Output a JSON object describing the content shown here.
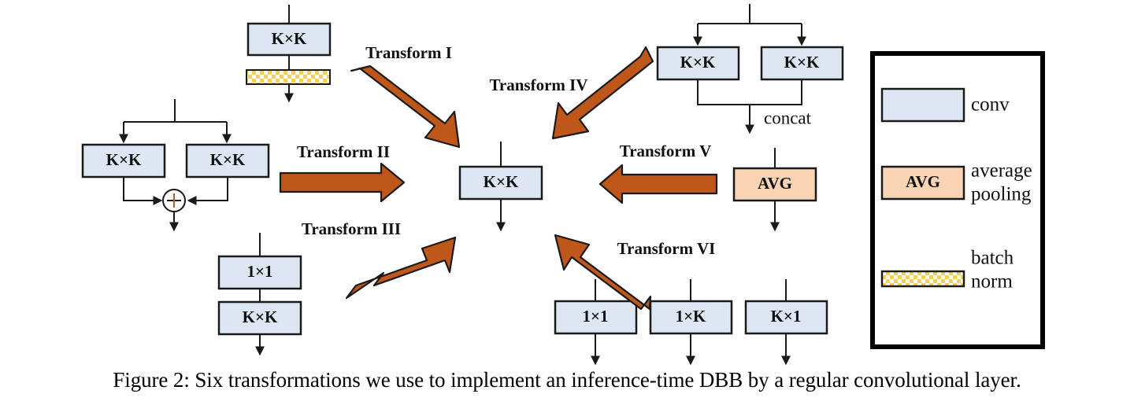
{
  "figure": {
    "caption": "Figure 2: Six transformations we use to implement an inference-time DBB by a regular convolutional layer.",
    "colors": {
      "conv_fill": "#dce7f3",
      "conv_stroke": "#1a1a1a",
      "avg_fill": "#f8d3b4",
      "avg_stroke": "#1a1a1a",
      "bn_fill": "#ffffff",
      "bn_pattern": "#f5c842",
      "arrow_fill": "#c0571a",
      "arrow_stroke": "#1a1a1a",
      "line": "#1a1a1a"
    }
  },
  "transforms": [
    {
      "id": "I",
      "label": "Transform I"
    },
    {
      "id": "II",
      "label": "Transform II"
    },
    {
      "id": "III",
      "label": "Transform III"
    },
    {
      "id": "IV",
      "label": "Transform IV"
    },
    {
      "id": "V",
      "label": "Transform V"
    },
    {
      "id": "VI",
      "label": "Transform VI"
    }
  ],
  "blocks": {
    "transform1_conv": "K×K",
    "transform2_left_conv": "K×K",
    "transform2_right_conv": "K×K",
    "transform3_top_conv": "1×1",
    "transform3_bottom_conv": "K×K",
    "center_conv": "K×K",
    "transform4_left_conv": "K×K",
    "transform4_right_conv": "K×K",
    "transform4_note": "concat",
    "transform5_avg": "AVG",
    "transform6_conv_a": "1×1",
    "transform6_conv_b": "1×K",
    "transform6_conv_c": "K×1",
    "plus_sign": "+"
  },
  "legend": {
    "items": [
      {
        "swatch": "conv",
        "label": "conv",
        "text": ""
      },
      {
        "swatch": "avg",
        "label": "average pooling",
        "text": "AVG",
        "line1": "average",
        "line2": "pooling"
      },
      {
        "swatch": "batchnorm",
        "label": "batch norm",
        "text": "",
        "line1": "batch",
        "line2": "norm"
      }
    ]
  }
}
